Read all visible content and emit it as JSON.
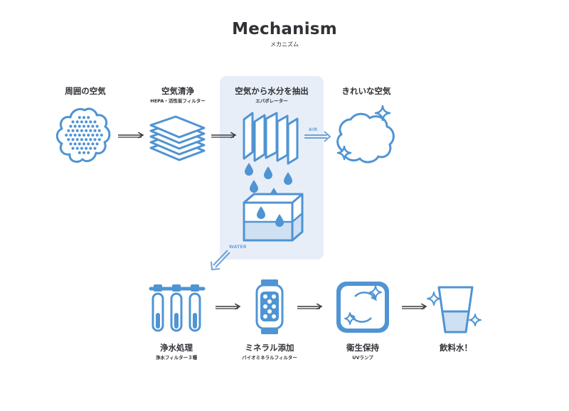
{
  "header": {
    "title": "Mechanism",
    "subtitle": "メカニズム"
  },
  "colors": {
    "stroke": "#4f94d3",
    "fill": "#ffffff",
    "panel": "#e8eef8",
    "arrow": "#3a3a3a",
    "flow_arrow": "#6fa3d8",
    "text": "#2f3135"
  },
  "top_row": [
    {
      "label": "周囲の空気",
      "sublabel": "",
      "icon": "dotted-air-cloud-icon"
    },
    {
      "label": "空気清浄",
      "sublabel": "HEPA・活性炭フィルター",
      "icon": "stacked-filters-icon"
    },
    {
      "label": "空気から水分を抽出",
      "sublabel": "エバポレーター",
      "icon": "evaporator-icon"
    },
    {
      "label": "きれいな空気",
      "sublabel": "",
      "icon": "sparkling-cloud-icon"
    }
  ],
  "bottom_row": [
    {
      "label": "浄水処理",
      "sublabel": "浄水フィルター３種",
      "icon": "three-filter-tubes-icon"
    },
    {
      "label": "ミネラル添加",
      "sublabel": "バイオミネラルフィルター",
      "icon": "mineral-filter-icon"
    },
    {
      "label": "衛生保持",
      "sublabel": "UVランプ",
      "icon": "uv-tank-icon"
    },
    {
      "label": "飲料水！",
      "sublabel": "",
      "icon": "water-glass-icon"
    }
  ],
  "flow_labels": {
    "air": "AIR",
    "water": "WATER"
  }
}
